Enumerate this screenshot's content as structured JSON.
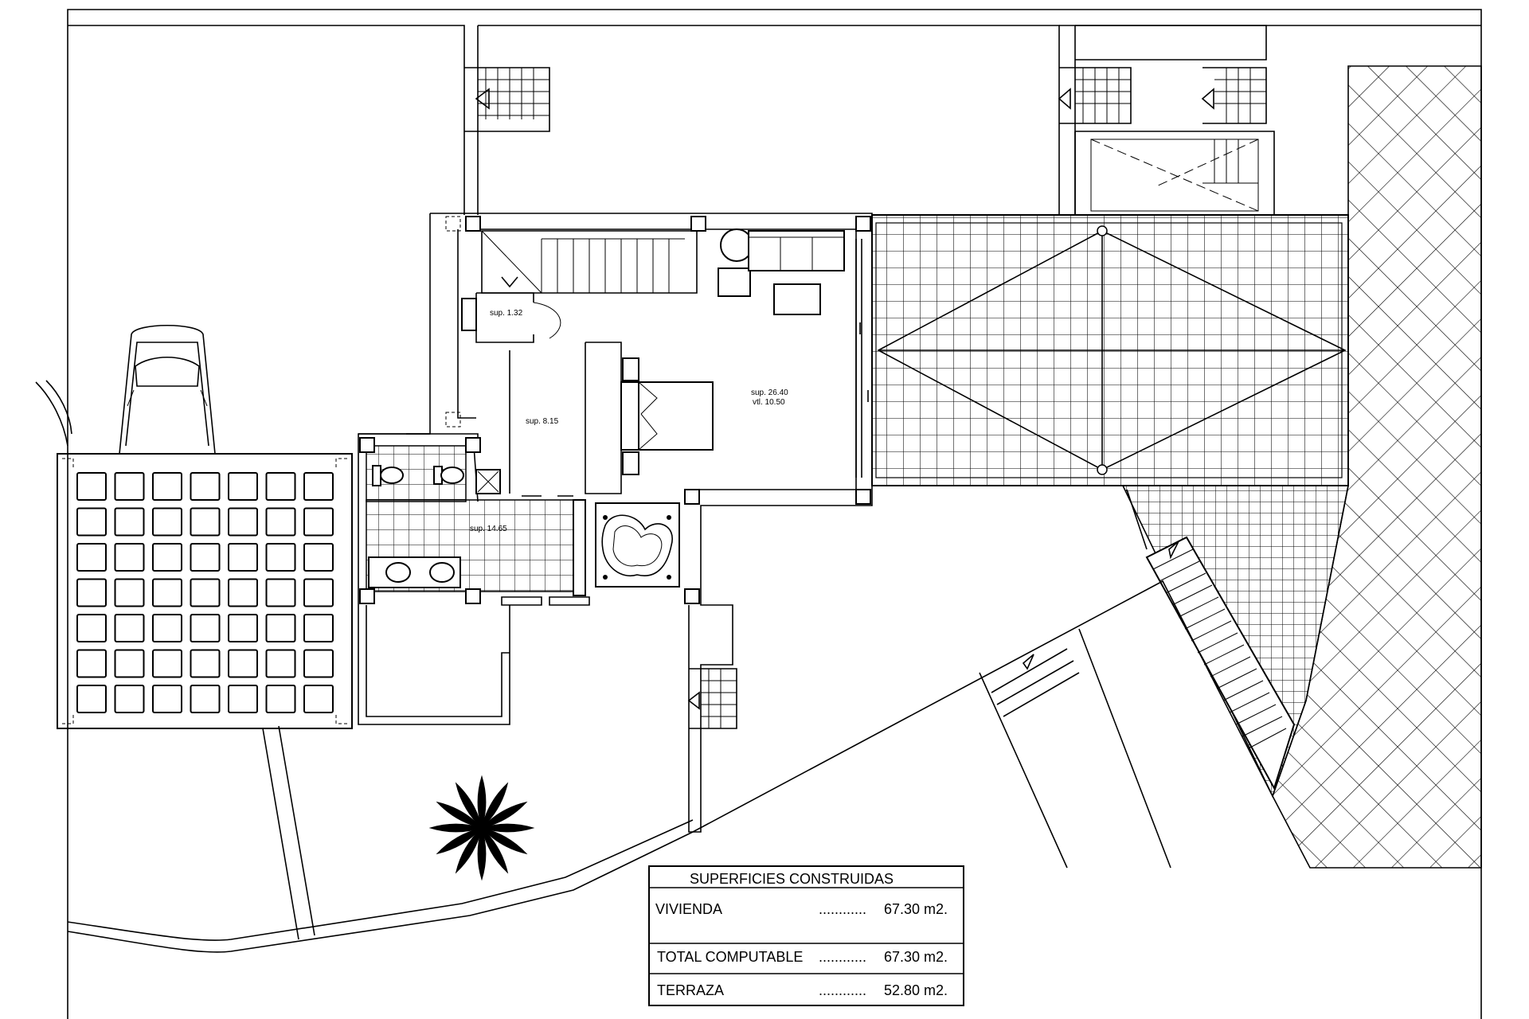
{
  "rooms": {
    "entry": "sup. 1.32",
    "dressing": "sup. 8.15",
    "bedroom_area": "sup. 26.40",
    "bedroom_vtl": "vtl. 10.50",
    "bath": "sup. 14.65"
  },
  "surfaces_table": {
    "title": "SUPERFICIES CONSTRUIDAS",
    "rows": [
      {
        "label": "VIVIENDA",
        "dots": "............",
        "value": "67.30 m2."
      },
      {
        "label": "TOTAL COMPUTABLE",
        "dots": "............",
        "value": "67.30 m2."
      },
      {
        "label": "TERRAZA",
        "dots": "............",
        "value": "52.80 m2."
      }
    ]
  }
}
